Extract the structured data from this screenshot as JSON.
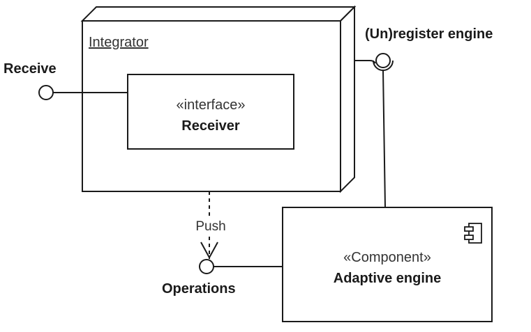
{
  "integrator": {
    "title": "Integrator"
  },
  "receiver": {
    "stereotype": "«interface»",
    "name": "Receiver"
  },
  "adaptive_engine": {
    "stereotype": "«Component»",
    "name": "Adaptive engine",
    "icon": "component-icon"
  },
  "interfaces": {
    "receive": "Receive",
    "unregister": "(Un)register engine",
    "operations": "Operations"
  },
  "dependency": {
    "label": "Push"
  },
  "colors": {
    "stroke": "#1a1a1a",
    "background": "#ffffff"
  }
}
